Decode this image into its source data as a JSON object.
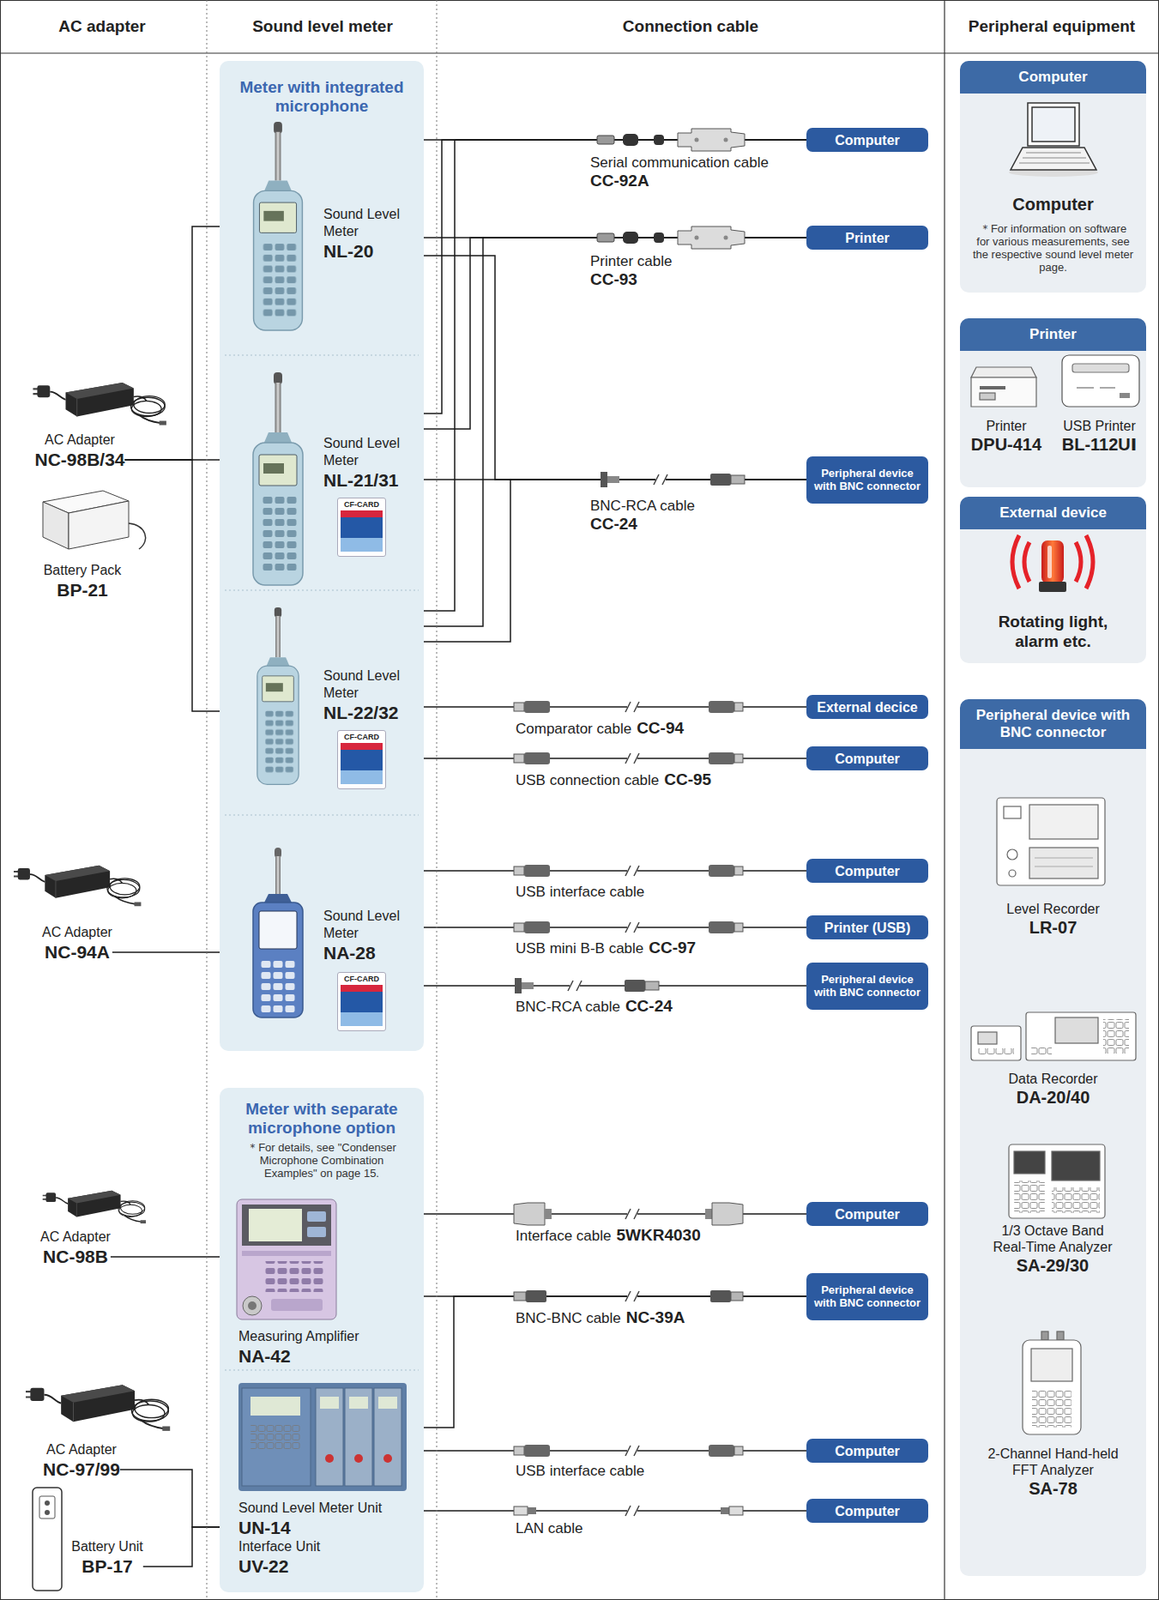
{
  "diagram": {
    "nodes": [
      {
        "text": [
          "AC Adapter",
          "NC-98B/34"
        ]
      },
      {
        "text": [
          "Battery Pack",
          "BP-21"
        ]
      },
      {
        "text": [
          "Meter with integrated microphone"
        ]
      },
      {
        "text": [
          "Sound Level Meter",
          "NL-20"
        ],
        "in": 2
      },
      {
        "text": [
          "Sound Level Meter",
          "NL-21/31",
          "CF-CARD"
        ],
        "in": 2
      },
      {
        "text": [
          "Sound Level Meter",
          "NL-22/32",
          "CF-CARD"
        ],
        "in": 2
      },
      {
        "text": [
          "Sound Level Meter",
          "NA-28",
          "CF-CARD"
        ],
        "in": 2
      },
      {
        "text": [
          "AC Adapter",
          "NC-94A"
        ]
      },
      {
        "text": [
          "Meter with separate microphone option",
          "＊For details, see \"Condenser Microphone Combination Examples\" on page 15."
        ]
      },
      {
        "text": [
          "Measuring Amplifier",
          "NA-42"
        ],
        "in": 8
      },
      {
        "text": [
          "Sound Level Meter Unit",
          "UN-14",
          "Interface Unit",
          "UV-22"
        ],
        "in": 8
      },
      {
        "text": [
          "AC Adapter",
          "NC-98B"
        ]
      },
      {
        "text": [
          "AC Adapter",
          "NC-97/99"
        ]
      },
      {
        "text": [
          "Battery Unit",
          "BP-17"
        ]
      },
      {
        "text": [
          "Computer"
        ]
      },
      {
        "text": [
          "Printer"
        ]
      },
      {
        "text": [
          "Peripheral device with BNC connector"
        ]
      },
      {
        "text": [
          "External decice"
        ]
      },
      {
        "text": [
          "Computer"
        ]
      },
      {
        "text": [
          "Computer"
        ]
      },
      {
        "text": [
          "Printer (USB)"
        ]
      },
      {
        "text": [
          "Peripheral device with BNC connector"
        ]
      },
      {
        "text": [
          "Computer"
        ]
      },
      {
        "text": [
          "Peripheral device with BNC connector"
        ]
      },
      {
        "text": [
          "Computer"
        ]
      },
      {
        "text": [
          "Computer"
        ]
      },
      {
        "text": [
          "Computer",
          "Computer",
          "＊For information on software for various measurements, see the respective sound level meter page."
        ]
      },
      {
        "text": [
          "Printer",
          "Printer",
          "DPU-414",
          "USB Printer",
          "BL-112UⅠ"
        ]
      },
      {
        "text": [
          "External device",
          "Rotating light, alarm etc."
        ]
      },
      {
        "text": [
          "Peripheral device with BNC connector",
          "Level Recorder",
          "LR-07",
          "Data Recorder",
          "DA-20/40",
          "1/3 Octave Band Real-Time Analyzer",
          "SA-29/30",
          "2-Channel Hand-held FFT Analyzer",
          "SA-78"
        ]
      }
    ],
    "edges": [
      {
        "from": 0,
        "to": 3,
        "arrow": "none"
      },
      {
        "from": 0,
        "to": 4,
        "arrow": "none"
      },
      {
        "from": 0,
        "to": 5,
        "arrow": "none"
      },
      {
        "from": 7,
        "to": 6,
        "arrow": "none"
      },
      {
        "from": 11,
        "to": 9,
        "arrow": "none"
      },
      {
        "from": 12,
        "to": 10,
        "arrow": "none"
      },
      {
        "from": 13,
        "to": 10,
        "arrow": "none"
      },
      {
        "from": 3,
        "to": 14,
        "arrow": "none"
      },
      {
        "from": 4,
        "to": 14,
        "arrow": "none"
      },
      {
        "from": 5,
        "to": 14,
        "arrow": "none"
      },
      {
        "from": 3,
        "to": 15,
        "arrow": "none"
      },
      {
        "from": 4,
        "to": 15,
        "arrow": "none"
      },
      {
        "from": 5,
        "to": 15,
        "arrow": "none"
      },
      {
        "from": 3,
        "to": 16,
        "arrow": "none"
      },
      {
        "from": 4,
        "to": 16,
        "arrow": "none"
      },
      {
        "from": 5,
        "to": 16,
        "arrow": "none"
      },
      {
        "from": 5,
        "to": 17,
        "arrow": "none"
      },
      {
        "from": 5,
        "to": 18,
        "arrow": "none"
      },
      {
        "from": 6,
        "to": 19,
        "arrow": "none"
      },
      {
        "from": 6,
        "to": 20,
        "arrow": "none"
      },
      {
        "from": 6,
        "to": 21,
        "arrow": "none"
      },
      {
        "from": 9,
        "to": 22,
        "arrow": "none"
      },
      {
        "from": 9,
        "to": 23,
        "arrow": "none"
      },
      {
        "from": 10,
        "to": 23,
        "arrow": "none"
      },
      {
        "from": 10,
        "to": 24,
        "arrow": "none"
      },
      {
        "from": 10,
        "to": 25,
        "arrow": "none"
      }
    ],
    "labels": [
      "AC adapter",
      "Sound level meter",
      "Connection cable",
      "Peripheral equipment",
      "Serial communication cable",
      "CC-92A",
      "Printer cable",
      "CC-93",
      "BNC-RCA cable",
      "CC-24",
      "Comparator cable",
      "CC-94",
      "USB connection cable",
      "CC-95",
      "USB interface cable",
      "USB mini B-B cable",
      "CC-97",
      "BNC-RCA cable",
      "CC-24",
      "Interface cable",
      "5WKR4030",
      "BNC-BNC cable",
      "NC-39A",
      "USB interface cable",
      "LAN cable"
    ]
  }
}
